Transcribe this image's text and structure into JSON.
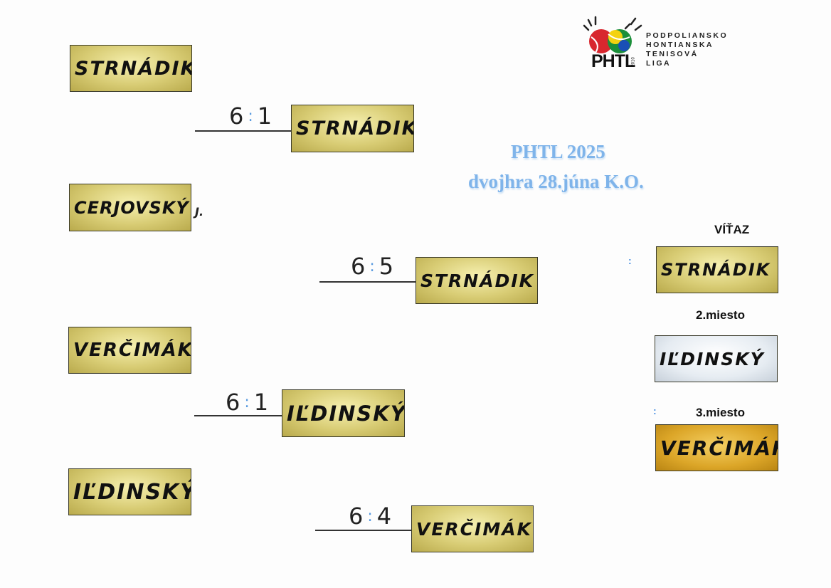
{
  "logo": {
    "mark": "PHTL",
    "year": "2010",
    "org_lines": [
      "PODPOLIANSKO",
      "HONTIANSKA",
      "TENISOVÁ",
      "LIGA"
    ]
  },
  "title": {
    "line1": "PHTL  2025",
    "line2": "dvojhra 28.júna K.O."
  },
  "round1": [
    {
      "name": "STRNÁDIK"
    },
    {
      "name": "CERJOVSKÝ",
      "suffix": "J."
    },
    {
      "name": "VERČIMÁK"
    },
    {
      "name": "IĽDINSKÝ"
    }
  ],
  "semis": [
    {
      "score": [
        "6",
        ":",
        "1"
      ],
      "winner": "STRNÁDIK"
    },
    {
      "score": [
        "6",
        ":",
        "1"
      ],
      "winner": "IĽDINSKÝ"
    }
  ],
  "final": {
    "score": [
      "6",
      ":",
      "5"
    ],
    "winner": "STRNÁDIK"
  },
  "third_place_match": {
    "score": [
      "6",
      ":",
      "4"
    ],
    "winner": "VERČIMÁK"
  },
  "results": {
    "winner_label": "VÍŤAZ",
    "winner": "STRNÁDIK",
    "second_label": "2.miesto",
    "second": "IĽDINSKÝ",
    "third_label": "3.miesto",
    "third": "VERČIMÁK"
  },
  "colors": {
    "gold_box": "#d8cc74",
    "silver_box": "#e6ecf2",
    "bronze_box": "#dca628",
    "title_blue": "#7fb4ea"
  }
}
